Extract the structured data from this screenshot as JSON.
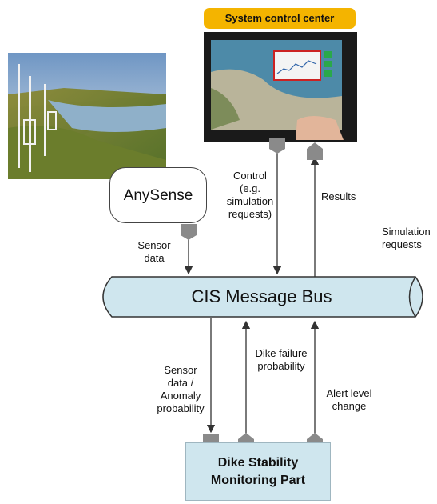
{
  "header": {
    "system_control_center": "System control center"
  },
  "nodes": {
    "anysense": "AnySense",
    "message_bus": "CIS Message Bus",
    "dike_line1": "Dike Stability",
    "dike_line2": "Monitoring Part"
  },
  "labels": {
    "control": [
      "Control",
      "(e.g.",
      "simulation",
      "requests)"
    ],
    "results": "Results",
    "simulation_requests": [
      "Simulation",
      "requests"
    ],
    "sensor_data_top": [
      "Sensor",
      "data"
    ],
    "sensor_anomaly": [
      "Sensor",
      "data /",
      "Anomaly",
      "probability"
    ],
    "dike_failure": [
      "Dike failure",
      "probability"
    ],
    "alert_level": [
      "Alert level",
      "change"
    ]
  },
  "colors": {
    "header_badge": "#f4b400",
    "bus_fill": "#cfe6ee",
    "dike_fill": "#cfe6ee",
    "connector": "#8a8a8a"
  }
}
